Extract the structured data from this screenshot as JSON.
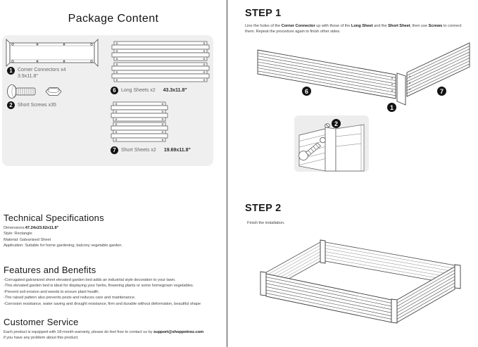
{
  "colors": {
    "box_bg": "#efefef",
    "line_art": "#3d3d3d",
    "badge_bg": "#131313",
    "text": "#1c1c1c"
  },
  "package": {
    "title": "Package Content",
    "items": [
      {
        "num": "1",
        "name": "Corner Connectors x4",
        "dims": "3.9x11.8\""
      },
      {
        "num": "2",
        "name": "Short Screws x35"
      },
      {
        "num": "6",
        "name": "Long Sheets x2",
        "dims": "43.3x11.8\""
      },
      {
        "num": "7",
        "name": "Short Sheets x2",
        "dims": "19.69x11.8\""
      }
    ]
  },
  "tech_specs": {
    "title": "Technical Specifications",
    "dimensions_label": "Dimensions:",
    "dimensions_value": "47.24x23.62x11.8\"",
    "style": "Style: Rectangle",
    "material": "Material: Galvanised Sheet",
    "application": "Application: Suitable for home gardening, balcony vegetable garden."
  },
  "features": {
    "title": "Features and Benefits",
    "items": [
      "-Corrugated galvanized sheet elevated garden bed adds an industrial style decoration to your lawn.",
      "-This elevated garden bed is ideal for displaying your herbs, flowering plants or some homegrown vegetables.",
      "-Prevent soil erosion and weeds to ensure plant health.",
      "-The raised pattern also prevents pests and reduces care and maintenance.",
      "-Corrosion resistance, water saving and drought resistance, firm and durable without deformation, beautiful shape"
    ]
  },
  "customer_service": {
    "title": "Customer Service",
    "text_before_email": "Each product is equipped with 18-month warranty, please do feel free to contact us by ",
    "email": "support@shoppetnoz.com",
    "text_line2": "if you have any problem about this product."
  },
  "steps": {
    "step1": {
      "title": "STEP 1",
      "seg1": "Line the holes of the ",
      "bold1": "Corner Connector",
      "seg2": " up with those of the ",
      "bold2": "Long Sheet",
      "seg3": " and the ",
      "bold3": "Short Sheet",
      "seg4": ", then use ",
      "bold4": "Screws",
      "seg5": " to connect them. Repeat the procedure again to finish other sides.",
      "badge_long": "6",
      "badge_corner": "1",
      "badge_short": "7",
      "badge_screw": "2"
    },
    "step2": {
      "title": "STEP 2",
      "body": "Finish the installation."
    }
  }
}
